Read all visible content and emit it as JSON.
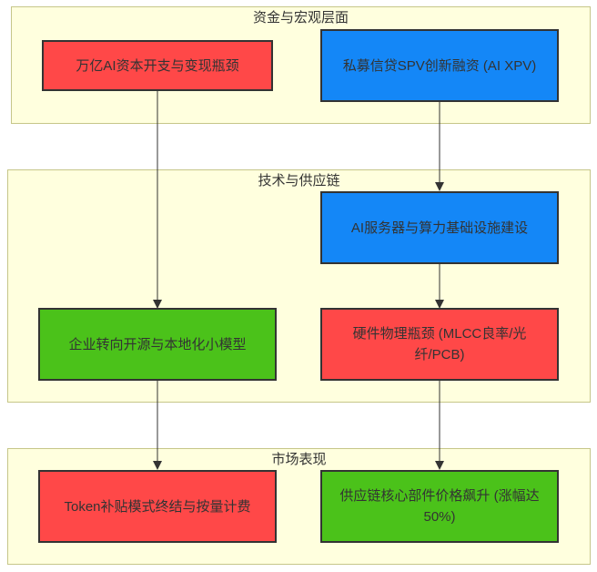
{
  "clusters": {
    "capital": {
      "title": "资金与宏观层面"
    },
    "tech": {
      "title": "技术与供应链"
    },
    "market": {
      "title": "市场表现"
    }
  },
  "nodes": {
    "trillion_ai_capex": {
      "label": "万亿AI资本开支与变现瓶颈",
      "color": "#ff4848"
    },
    "private_credit_spv": {
      "label": "私募信贷SPV创新融资 (AI XPV)",
      "color": "#1487f7"
    },
    "ai_server_infra": {
      "label": "AI服务器与算力基础设施建设",
      "color": "#1487f7"
    },
    "enterprise_open_source": {
      "label": "企业转向开源与本地化小模型",
      "color": "#4bc21a"
    },
    "hardware_bottleneck": {
      "label": "硬件物理瓶颈 (MLCC良率/光纤/PCB)",
      "color": "#ff4848"
    },
    "token_subsidy_end": {
      "label": "Token补贴模式终结与按量计费",
      "color": "#ff4848"
    },
    "supply_chain_price": {
      "label": "供应链核心部件价格飙升 (涨幅达50%)",
      "color": "#4bc21a"
    }
  },
  "edges": [
    {
      "from": "trillion_ai_capex",
      "to": "enterprise_open_source"
    },
    {
      "from": "private_credit_spv",
      "to": "ai_server_infra"
    },
    {
      "from": "ai_server_infra",
      "to": "hardware_bottleneck"
    },
    {
      "from": "enterprise_open_source",
      "to": "token_subsidy_end"
    },
    {
      "from": "hardware_bottleneck",
      "to": "supply_chain_price"
    }
  ]
}
